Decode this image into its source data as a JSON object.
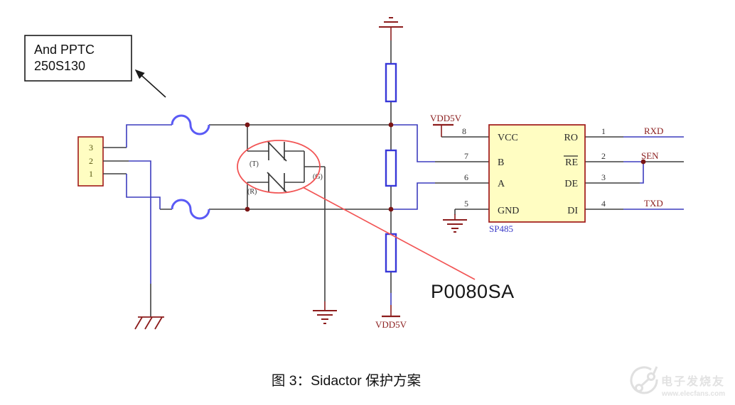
{
  "figure": {
    "caption": "图 3：Sidactor 保护方案"
  },
  "callout": {
    "line1": "And PPTC",
    "line2": "250S130"
  },
  "connector": {
    "pins": [
      "3",
      "2",
      "1"
    ]
  },
  "protection": {
    "part_label": "P0080SA",
    "terminal_t": "(T)",
    "terminal_r": "(R)",
    "terminal_g": "(G)"
  },
  "ic": {
    "part": "SP485",
    "left_pins": [
      {
        "num": "8",
        "name": "VCC"
      },
      {
        "num": "7",
        "name": "B"
      },
      {
        "num": "6",
        "name": "A"
      },
      {
        "num": "5",
        "name": "GND"
      }
    ],
    "right_pins": [
      {
        "num": "1",
        "name": "RO",
        "net": "RXD"
      },
      {
        "num": "2",
        "name": "RE",
        "net": "SEN"
      },
      {
        "num": "3",
        "name": "DE",
        "net": ""
      },
      {
        "num": "4",
        "name": "DI",
        "net": "TXD"
      }
    ]
  },
  "power_nets": {
    "vdd_top": "VDD5V",
    "vdd_bottom": "VDD5V"
  },
  "watermark": {
    "brand": "电子发烧友",
    "url": "www.elecfans.com"
  },
  "colors": {
    "wire_black": "#3f3f3f",
    "wire_blue": "#3c3cbe",
    "fuse_blue": "#5a5af5",
    "resistor_blue": "#3838d8",
    "symbol_maroon": "#8c1c1c",
    "net_label_maroon": "#8c2020",
    "chip_fill": "#fffdc2",
    "chip_border": "#a01818",
    "annotation_red": "#f25555"
  }
}
